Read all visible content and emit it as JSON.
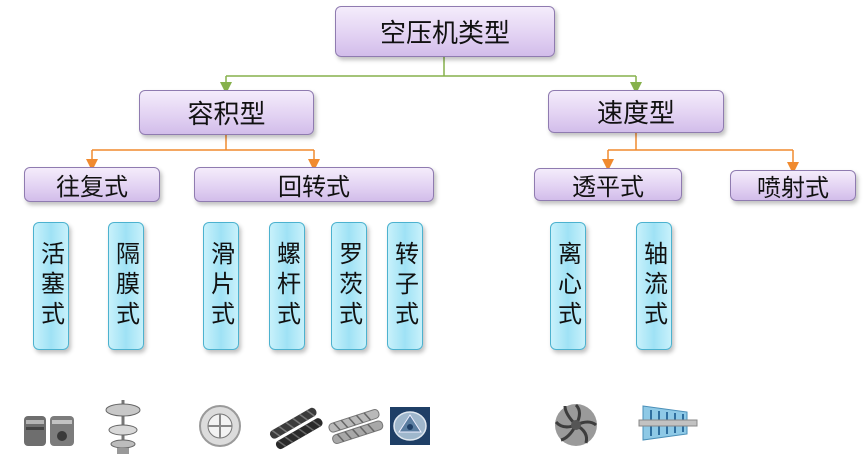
{
  "root": {
    "label": "空压机类型"
  },
  "categories": [
    {
      "label": "容积型"
    },
    {
      "label": "速度型"
    }
  ],
  "subtypes": [
    {
      "label": "往复式"
    },
    {
      "label": "回转式"
    },
    {
      "label": "透平式"
    },
    {
      "label": "喷射式"
    }
  ],
  "leaves": [
    {
      "label": "活塞式"
    },
    {
      "label": "隔膜式"
    },
    {
      "label": "滑片式"
    },
    {
      "label": "螺杆式"
    },
    {
      "label": "罗茨式"
    },
    {
      "label": "转子式"
    },
    {
      "label": "离心式"
    },
    {
      "label": "轴流式"
    }
  ],
  "images": [
    "piston-photo",
    "diaphragm-photo",
    "vane-photo",
    "screw-rotors-photo",
    "screw-pair-photo",
    "rotor-photo",
    "centrifugal-impeller-photo",
    "axial-flow-photo"
  ],
  "colors": {
    "root_line": "#86b14b",
    "sub_line": "#f08a2f",
    "purple_box": "#e3d3f3",
    "cyan_box": "#9fe2f5"
  }
}
